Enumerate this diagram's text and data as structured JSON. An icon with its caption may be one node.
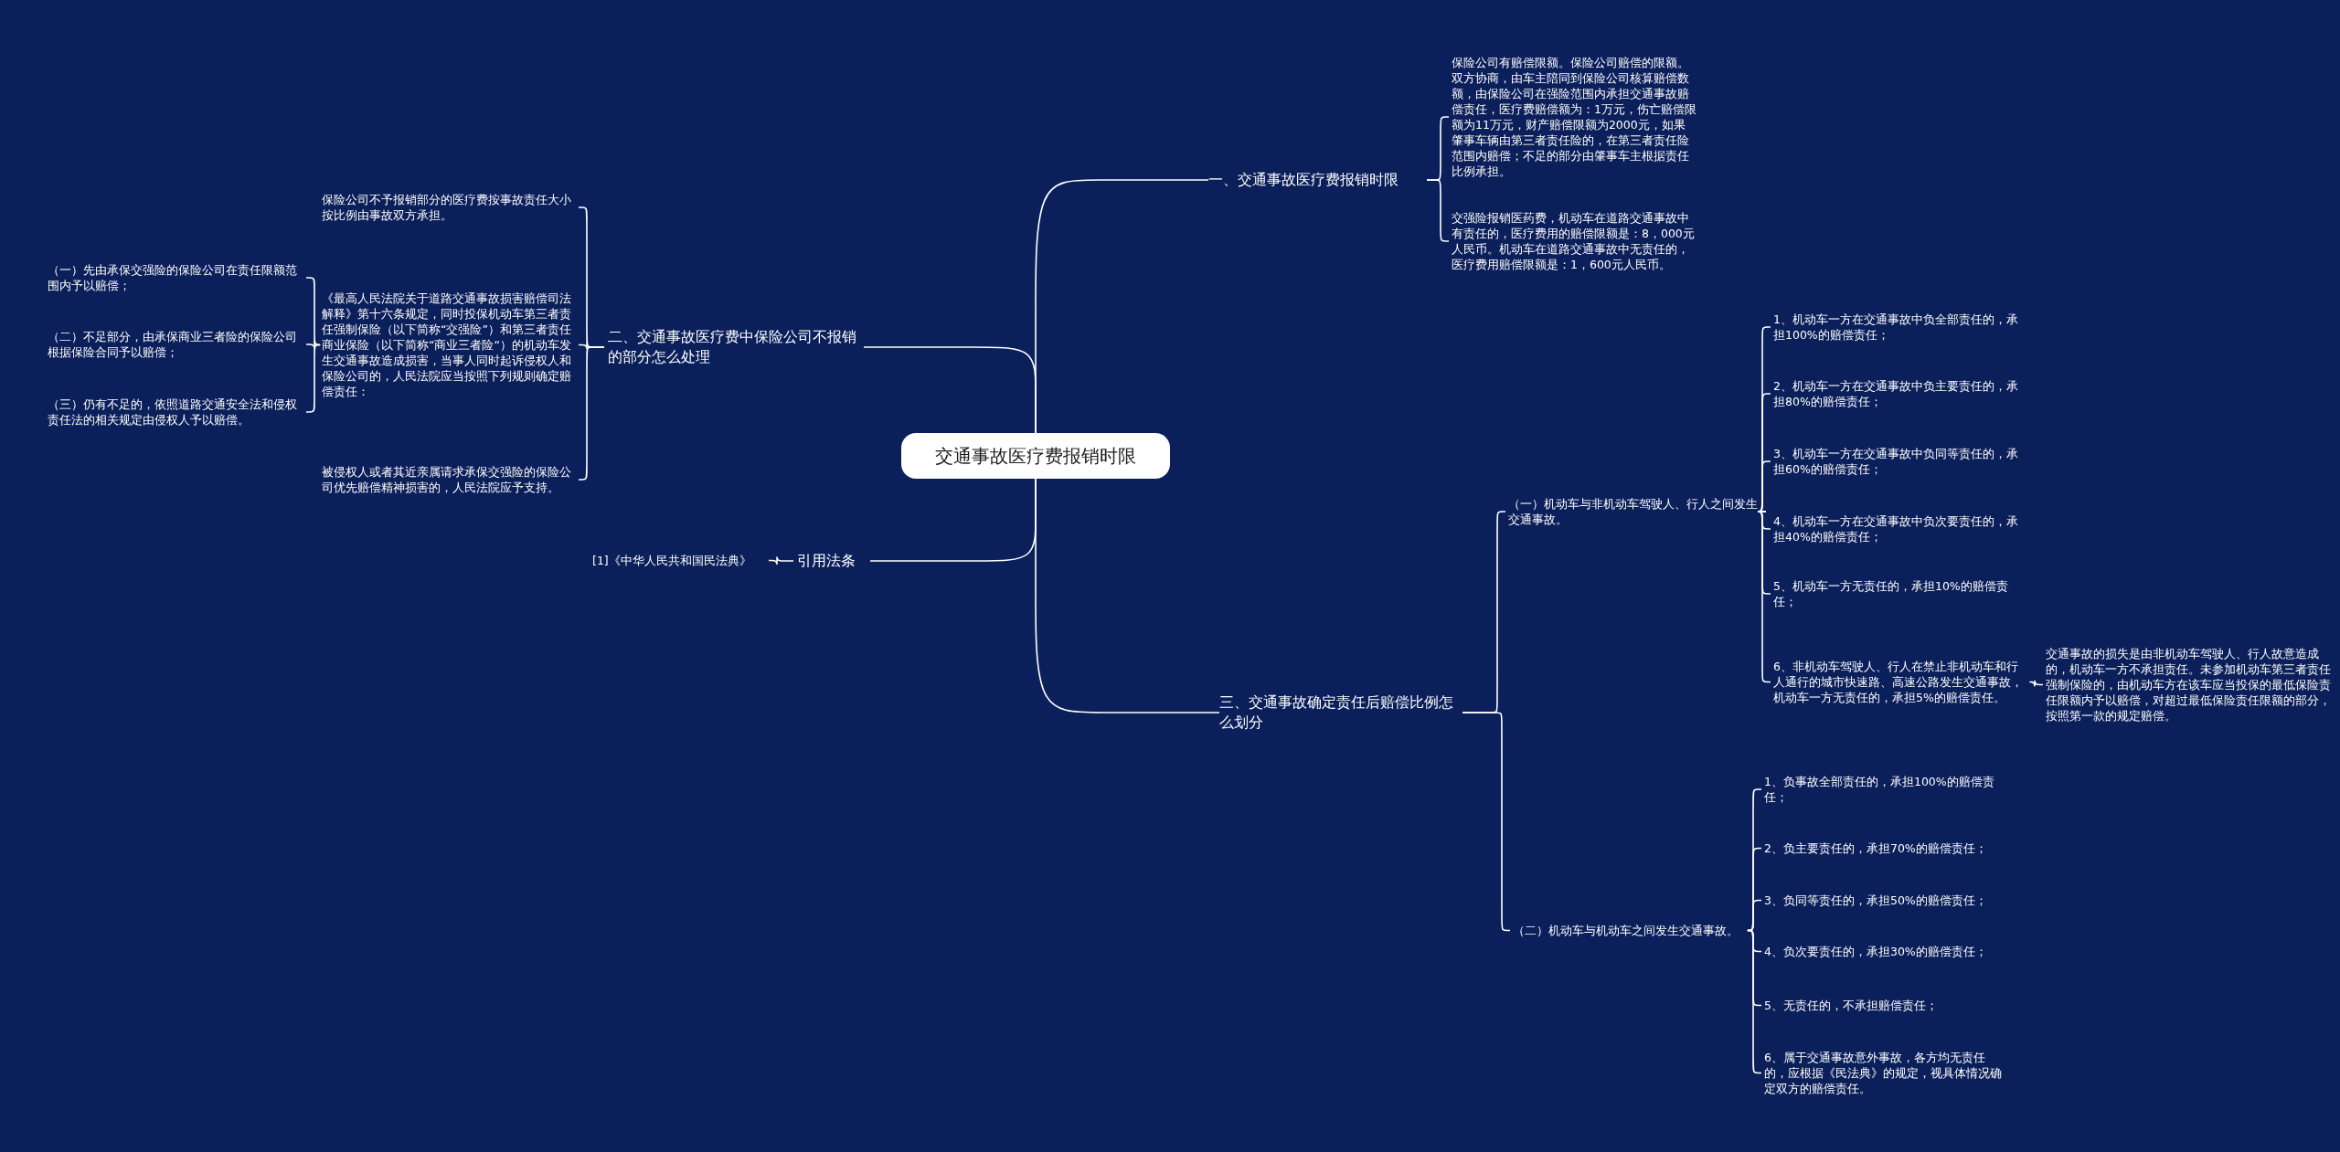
{
  "diagram": {
    "nodes": [
      {
        "text": [
          "交通事故医疗费报销时限"
        ]
      },
      {
        "text": [
          "一、交通事故医疗费报销时限"
        ]
      },
      {
        "text": [
          "保险公司有赔偿限额。保险公司赔偿的限额。双方协商，由车主陪同到保险公司核算赔偿数额，由保险公司在强险范围内承担交通事故赔偿责任，医疗费赔偿额为：1万元，伤亡赔偿限额为11万元，财产赔偿限额为2000元，如果肇事车辆由第三者责任险的，在第三者责任险范围内赔偿；不足的部分由肇事车主根据责任比例承担。"
        ]
      },
      {
        "text": [
          "交强险报销医药费，机动车在道路交通事故中有责任的，医疗费用的赔偿限额是：8，000元人民币。机动车在道路交通事故中无责任的，医疗费用赔偿限额是：1，600元人民币。"
        ]
      },
      {
        "text": [
          "二、交通事故医疗费中保险公司不报销的部分怎么处理"
        ]
      },
      {
        "text": [
          "保险公司不予报销部分的医疗费按事故责任大小按比例由事故双方承担。"
        ]
      },
      {
        "text": [
          "《最高人民法院关于道路交通事故损害赔偿司法解释》第十六条规定，同时投保机动车第三者责任强制保险（以下简称“交强险”）和第三者责任商业保险（以下简称“商业三者险“）的机动车发生交通事故造成损害，当事人同时起诉侵权人和保险公司的，人民法院应当按照下列规则确定赔偿责任："
        ]
      },
      {
        "text": [
          "被侵权人或者其近亲属请求承保交强险的保险公司优先赔偿精神损害的，人民法院应予支持。"
        ]
      },
      {
        "text": [
          "（一）先由承保交强险的保险公司在责任限额范围内予以赔偿；"
        ]
      },
      {
        "text": [
          "（二）不足部分，由承保商业三者险的保险公司根据保险合同予以赔偿；"
        ]
      },
      {
        "text": [
          "（三）仍有不足的，依照道路交通安全法和侵权责任法的相关规定由侵权人予以赔偿。"
        ]
      },
      {
        "text": [
          "引用法条"
        ]
      },
      {
        "text": [
          "[1]《中华人民共和国民法典》"
        ]
      },
      {
        "text": [
          "三、交通事故确定责任后赔偿比例怎么划分"
        ]
      },
      {
        "text": [
          "（一）机动车与非机动车驾驶人、行人之间发生交通事故。"
        ]
      },
      {
        "text": [
          "1、机动车一方在交通事故中负全部责任的，承担100%的赔偿责任；"
        ]
      },
      {
        "text": [
          "2、机动车一方在交通事故中负主要责任的，承担80%的赔偿责任；"
        ]
      },
      {
        "text": [
          "3、机动车一方在交通事故中负同等责任的，承担60%的赔偿责任；"
        ]
      },
      {
        "text": [
          "4、机动车一方在交通事故中负次要责任的，承担40%的赔偿责任；"
        ]
      },
      {
        "text": [
          "5、机动车一方无责任的，承担10%的赔偿责任；"
        ]
      },
      {
        "text": [
          "6、非机动车驾驶人、行人在禁止非机动车和行人通行的城市快速路、高速公路发生交通事故，机动车一方无责任的，承担5%的赔偿责任。"
        ]
      },
      {
        "text": [
          "交通事故的损失是由非机动车驾驶人、行人故意造成的，机动车一方不承担责任。未参加机动车第三者责任强制保险的，由机动车方在该车应当投保的最低保险责任限额内予以赔偿，对超过最低保险责任限额的部分，按照第一款的规定赔偿。"
        ]
      },
      {
        "text": [
          "（二）机动车与机动车之间发生交通事故。"
        ]
      },
      {
        "text": [
          "1、负事故全部责任的，承担100%的赔偿责任；"
        ]
      },
      {
        "text": [
          "2、负主要责任的，承担70%的赔偿责任；"
        ]
      },
      {
        "text": [
          "3、负同等责任的，承担50%的赔偿责任；"
        ]
      },
      {
        "text": [
          "4、负次要责任的，承担30%的赔偿责任；"
        ]
      },
      {
        "text": [
          "5、无责任的，不承担赔偿责任；"
        ]
      },
      {
        "text": [
          "6、属于交通事故意外事故，各方均无责任的，应根据《民法典》的规定，视具体情况确定双方的赔偿责任。"
        ]
      }
    ],
    "edges": [
      {
        "from": 0,
        "to": 1,
        "arrow": "none"
      },
      {
        "from": 1,
        "to": 2,
        "arrow": "none"
      },
      {
        "from": 1,
        "to": 3,
        "arrow": "none"
      },
      {
        "from": 0,
        "to": 4,
        "arrow": "none"
      },
      {
        "from": 4,
        "to": 5,
        "arrow": "none"
      },
      {
        "from": 4,
        "to": 6,
        "arrow": "none"
      },
      {
        "from": 4,
        "to": 7,
        "arrow": "none"
      },
      {
        "from": 6,
        "to": 8,
        "arrow": "none"
      },
      {
        "from": 6,
        "to": 9,
        "arrow": "none"
      },
      {
        "from": 6,
        "to": 10,
        "arrow": "none"
      },
      {
        "from": 0,
        "to": 11,
        "arrow": "none"
      },
      {
        "from": 11,
        "to": 12,
        "arrow": "none"
      },
      {
        "from": 0,
        "to": 13,
        "arrow": "none"
      },
      {
        "from": 13,
        "to": 14,
        "arrow": "none"
      },
      {
        "from": 14,
        "to": 15,
        "arrow": "none"
      },
      {
        "from": 14,
        "to": 16,
        "arrow": "none"
      },
      {
        "from": 14,
        "to": 17,
        "arrow": "none"
      },
      {
        "from": 14,
        "to": 18,
        "arrow": "none"
      },
      {
        "from": 14,
        "to": 19,
        "arrow": "none"
      },
      {
        "from": 14,
        "to": 20,
        "arrow": "none"
      },
      {
        "from": 20,
        "to": 21,
        "arrow": "none"
      },
      {
        "from": 13,
        "to": 22,
        "arrow": "none"
      },
      {
        "from": 22,
        "to": 23,
        "arrow": "none"
      },
      {
        "from": 22,
        "to": 24,
        "arrow": "none"
      },
      {
        "from": 22,
        "to": 25,
        "arrow": "none"
      },
      {
        "from": 22,
        "to": 26,
        "arrow": "none"
      },
      {
        "from": 22,
        "to": 27,
        "arrow": "none"
      },
      {
        "from": 22,
        "to": 28,
        "arrow": "none"
      }
    ]
  }
}
